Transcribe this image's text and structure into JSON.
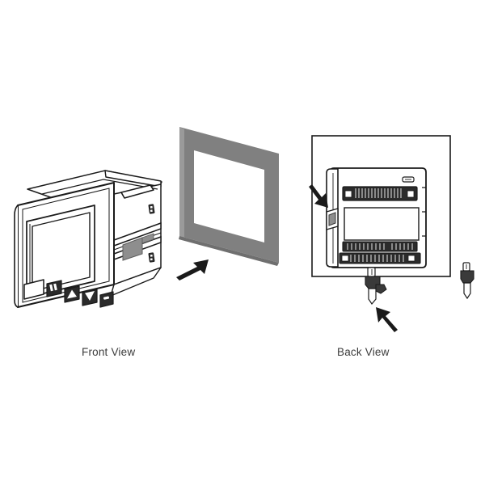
{
  "figure": {
    "kind": "technical-line-drawing",
    "subject": "panel-mount meter installation",
    "background_color": "#ffffff",
    "line_color": "#1a1a1a",
    "fill_white": "#ffffff",
    "panel_gray": "#808080",
    "terminal_dark": "#2b2b2b",
    "clip_gray": "#9a9a9a"
  },
  "captions": {
    "front_view": "Front View",
    "back_view": "Back View"
  },
  "front_view": {
    "label": "Front View",
    "device": {
      "name": "panel meter",
      "projection": "isometric",
      "display": {
        "name": "lcd-display-screen",
        "bezel": true
      },
      "buttons": [
        {
          "name": "button-blank-wide",
          "glyph": ""
        },
        {
          "name": "button-set",
          "glyph": ""
        },
        {
          "name": "button-up-arrow",
          "glyph": "up-arrow"
        },
        {
          "name": "button-down-arrow",
          "glyph": "down-arrow"
        },
        {
          "name": "button-enter",
          "glyph": ""
        }
      ],
      "side_connectors": [
        {
          "name": "side-connector-upper"
        },
        {
          "name": "side-connector-lower"
        }
      ],
      "side_rail": {
        "name": "mounting-rail-slot",
        "clip_name": "sliding-mounting-clip"
      }
    },
    "panel_cutout": {
      "name": "panel-cutout-plate",
      "color": "#808080",
      "shape": "parallelogram-frame"
    },
    "insertion_arrow": {
      "name": "insertion-arrow",
      "direction": "up-right",
      "meaning": "insert meter into panel cutout"
    }
  },
  "back_view": {
    "label": "Back View",
    "frame": {
      "name": "back-view-frame-box"
    },
    "device": {
      "name": "meter-rear-housing",
      "terminal_blocks": [
        {
          "name": "terminal-block-upper",
          "rows": 1,
          "screw_terminals": 2
        },
        {
          "name": "terminal-block-lower",
          "rows": 2,
          "screw_terminals": 2
        }
      ],
      "clip_slot": {
        "name": "mounting-clip-slot-left"
      }
    },
    "mounting_clips": [
      {
        "name": "mounting-clip-attached"
      },
      {
        "name": "mounting-clip-detached"
      }
    ],
    "arrows": [
      {
        "name": "clip-slot-arrow",
        "direction": "down-right",
        "meaning": "clip engages rail slot"
      },
      {
        "name": "clip-install-arrow",
        "direction": "up-right",
        "meaning": "push mounting clip upward into place"
      }
    ]
  }
}
